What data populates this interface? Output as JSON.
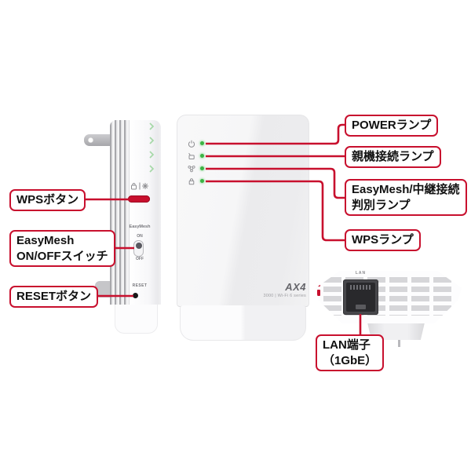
{
  "colors": {
    "accent_red": "#c8102e",
    "led_green": "#3db344"
  },
  "callouts": {
    "power_lamp": "POWERランプ",
    "parent_lamp": "親機接続ランプ",
    "easymesh_lamp": [
      "EasyMesh/中継接続",
      "判別ランプ"
    ],
    "wps_lamp": "WPSランプ",
    "wps_button": "WPSボタン",
    "easymesh_switch": [
      "EasyMesh",
      "ON/OFFスイッチ"
    ],
    "reset_button": "RESETボタン",
    "lan_port": [
      "LAN端子",
      "（1GbE）"
    ]
  },
  "front_device": {
    "logo": "AX4",
    "logo_sub": "3000 | Wi-Fi 6 series",
    "lamp_icons": [
      "power-icon",
      "parent-router-icon",
      "easymesh-icon",
      "wps-lock-icon"
    ]
  },
  "side_device": {
    "easymesh_label": "EasyMesh",
    "on_label": "ON",
    "off_label": "OFF",
    "reset_label": "RESET"
  },
  "top_device": {
    "lan_label": "LAN"
  }
}
